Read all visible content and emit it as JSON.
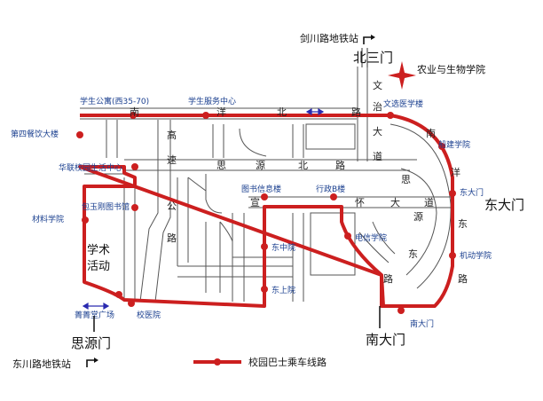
{
  "gates": {
    "north": "北三门",
    "east": "东大门",
    "south": "南大门",
    "siyuan": "思源门"
  },
  "metro": {
    "jianchuan": "剑川路地铁站",
    "dongchuan": "东川路地铁站"
  },
  "agri_college": "农业与生物学院",
  "area": {
    "line1": "学术",
    "line2": "活动"
  },
  "stops": {
    "student_apartment": "学生公寓(西35-70)",
    "student_service": "学生服务中心",
    "wenxuan_med": "文选医学楼",
    "fourth_dining": "第四餐饮大楼",
    "huayuan_center": "华联校园生活中心",
    "chuanjian": "船建学院",
    "materials": "材料学院",
    "baoyugang": "包玉刚图书馆",
    "library_info": "图书信息楼",
    "admin_b": "行政B楼",
    "east_gate_stop": "东大门",
    "east_middle": "东中院",
    "telecom": "电信学院",
    "mechanical": "机动学院",
    "east_upper": "东上院",
    "jingjing": "菁菁堂广场",
    "hospital": "校医院",
    "south_gate_stop": "南大门"
  },
  "roads": {
    "nanyang_north": [
      "南",
      "洋",
      "北",
      "路"
    ],
    "siyuan_north": [
      "思",
      "源",
      "北",
      "路"
    ],
    "highway": [
      "高",
      "速",
      "公",
      "路"
    ],
    "wenzhi": [
      "文",
      "治",
      "大",
      "道"
    ],
    "xuanhuai": [
      "宣",
      "怀",
      "大",
      "道"
    ],
    "nanyang_east": [
      "南",
      "洋",
      "东",
      "路"
    ],
    "siyuan_east": [
      "思",
      "源",
      "东",
      "路"
    ]
  },
  "legend": {
    "label": "校园巴士乘车线路"
  },
  "colors": {
    "route": "#cc1f1f",
    "street": "#555555",
    "stop_text": "#1a3f8f",
    "compass": "#cc1f1f",
    "arrow": "#2a2ab0"
  }
}
